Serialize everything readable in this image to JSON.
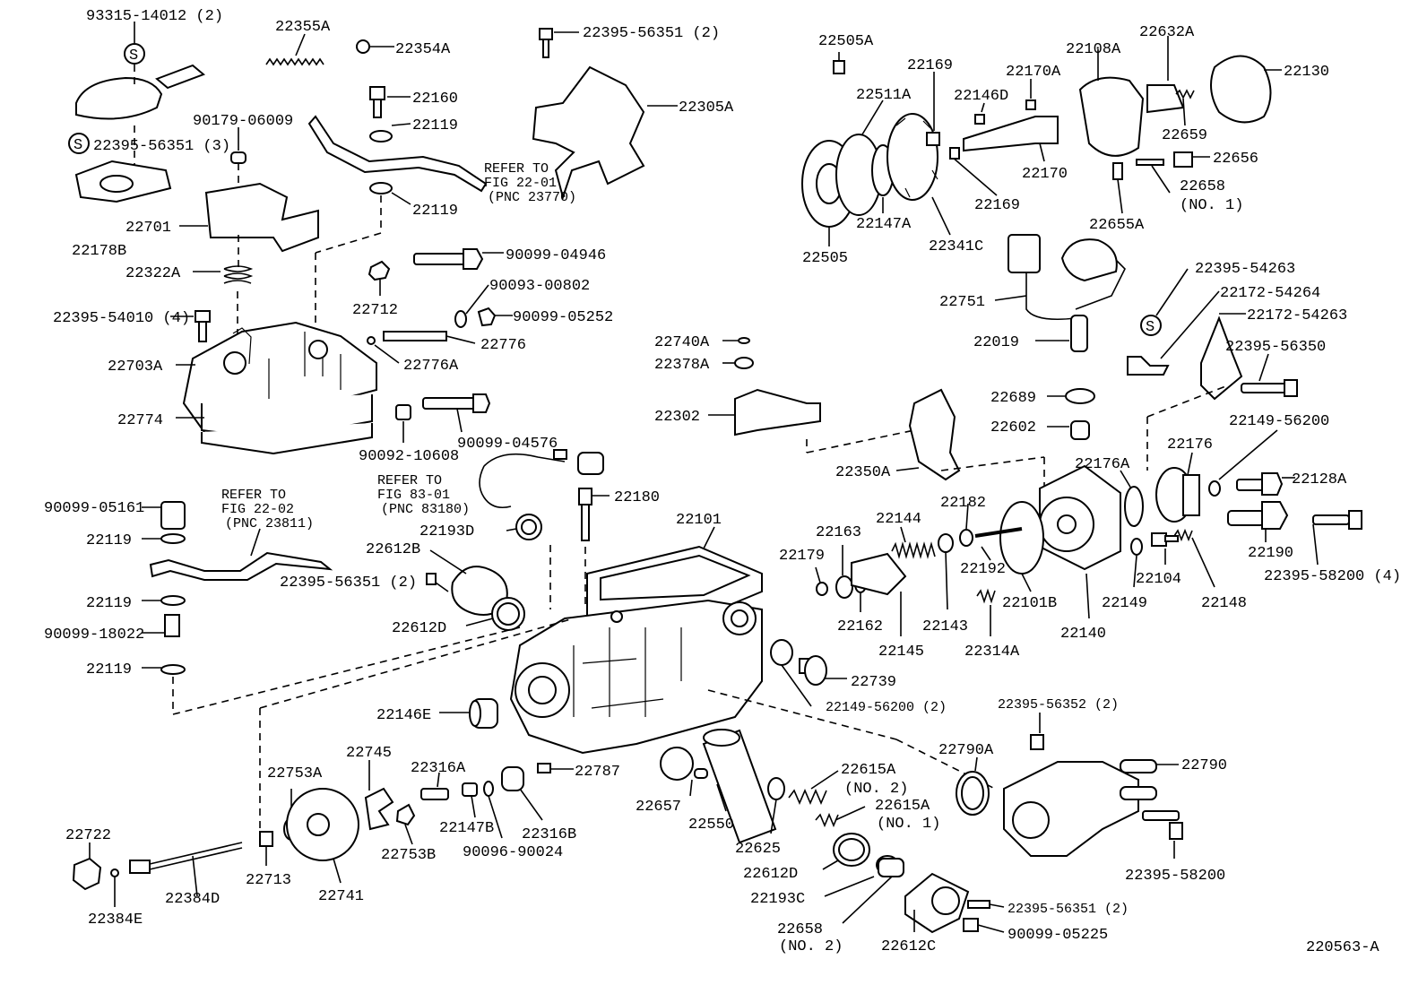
{
  "labels": {
    "p93315": "93315-14012 (2)",
    "p22355A": "22355A",
    "p22354A": "22354A",
    "p22395_56351_2a": "22395-56351 (2)",
    "p22305A": "22305A",
    "p22160": "22160",
    "p22119a": "22119",
    "p90179": "90179-06009",
    "p22395_56351_3": "22395-56351 (3)",
    "p22178B": "22178B",
    "p22701": "22701",
    "p22119b": "22119",
    "refer1a": "REFER TO",
    "refer1b": "FIG 22-01",
    "refer1c": "(PNC 23770)",
    "p22322A": "22322A",
    "p90099_04946": "90099-04946",
    "p22712": "22712",
    "p90093": "90093-00802",
    "p22395_54010": "22395-54010 (4)",
    "p90099_05252": "90099-05252",
    "p22776": "22776",
    "p22776A": "22776A",
    "p22703A": "22703A",
    "p22774": "22774",
    "p90099_04576": "90099-04576",
    "p90092": "90092-10608",
    "refer3a": "REFER TO",
    "refer3b": "FIG 83-01",
    "refer3c": "(PNC 83180)",
    "p22180": "22180",
    "p22193D": "22193D",
    "p22101": "22101",
    "p22612B": "22612B",
    "p22395_56351_2b": "22395-56351 (2)",
    "p22612D_a": "22612D",
    "p90099_05161": "90099-05161",
    "p22119c": "22119",
    "refer2a": "REFER TO",
    "refer2b": "FIG 22-02",
    "refer2c": "(PNC 23811)",
    "p22119d": "22119",
    "p90099_18022": "90099-18022",
    "p22119e": "22119",
    "p22146E": "22146E",
    "p22745": "22745",
    "p22316A": "22316A",
    "p22787": "22787",
    "p22753A": "22753A",
    "p22722": "22722",
    "p22147B": "22147B",
    "p22316B": "22316B",
    "p22753B": "22753B",
    "p90096": "90096-90024",
    "p22713": "22713",
    "p22741": "22741",
    "p22384D": "22384D",
    "p22384E": "22384E",
    "p22505A": "22505A",
    "p22169a": "22169",
    "p22511A": "22511A",
    "p22170A": "22170A",
    "p22108A": "22108A",
    "p22632A": "22632A",
    "p22130": "22130",
    "p22146D": "22146D",
    "p22659": "22659",
    "p22656": "22656",
    "p22170": "22170",
    "p22658a": "22658",
    "p22658a2": "(NO. 1)",
    "p22169b": "22169",
    "p22147A": "22147A",
    "p22655A": "22655A",
    "p22505": "22505",
    "p22341C": "22341C",
    "p22751": "22751",
    "p22395_54263": "22395-54263",
    "p22172_54264": "22172-54264",
    "p22019": "22019",
    "p22172_54263": "22172-54263",
    "p22740A": "22740A",
    "p22378A": "22378A",
    "p22395_56350": "22395-56350",
    "p22689": "22689",
    "p22302": "22302",
    "p22602": "22602",
    "p22149_56200a": "22149-56200",
    "p22350A": "22350A",
    "p22176A": "22176A",
    "p22176": "22176",
    "p22128A": "22128A",
    "p22182": "22182",
    "p22163": "22163",
    "p22144": "22144",
    "p22179": "22179",
    "p22192": "22192",
    "p22190": "22190",
    "p22104": "22104",
    "p22395_58200_4": "22395-58200 (4)",
    "p22162": "22162",
    "p22143": "22143",
    "p22101B": "22101B",
    "p22140": "22140",
    "p22149": "22149",
    "p22148": "22148",
    "p22145": "22145",
    "p22314A": "22314A",
    "p22739": "22739",
    "p22149_56200_2": "22149-56200 (2)",
    "p22395_56352": "22395-56352 (2)",
    "p22790A": "22790A",
    "p22790": "22790",
    "p22615A_2": "22615A",
    "p22615A_2b": "(NO. 2)",
    "p22657": "22657",
    "p22615A_1": "22615A",
    "p22615A_1b": "(NO. 1)",
    "p22550": "22550",
    "p22625": "22625",
    "p22612D_b": "22612D",
    "p22193C": "22193C",
    "p22658b": "22658",
    "p22658b2": "(NO. 2)",
    "p22612C": "22612C",
    "p22395_56351_2c": "22395-56351 (2)",
    "p90099_05225": "90099-05225",
    "p22395_58200": "22395-58200",
    "ref_code": "220563-A",
    "s_symbol": "S"
  }
}
